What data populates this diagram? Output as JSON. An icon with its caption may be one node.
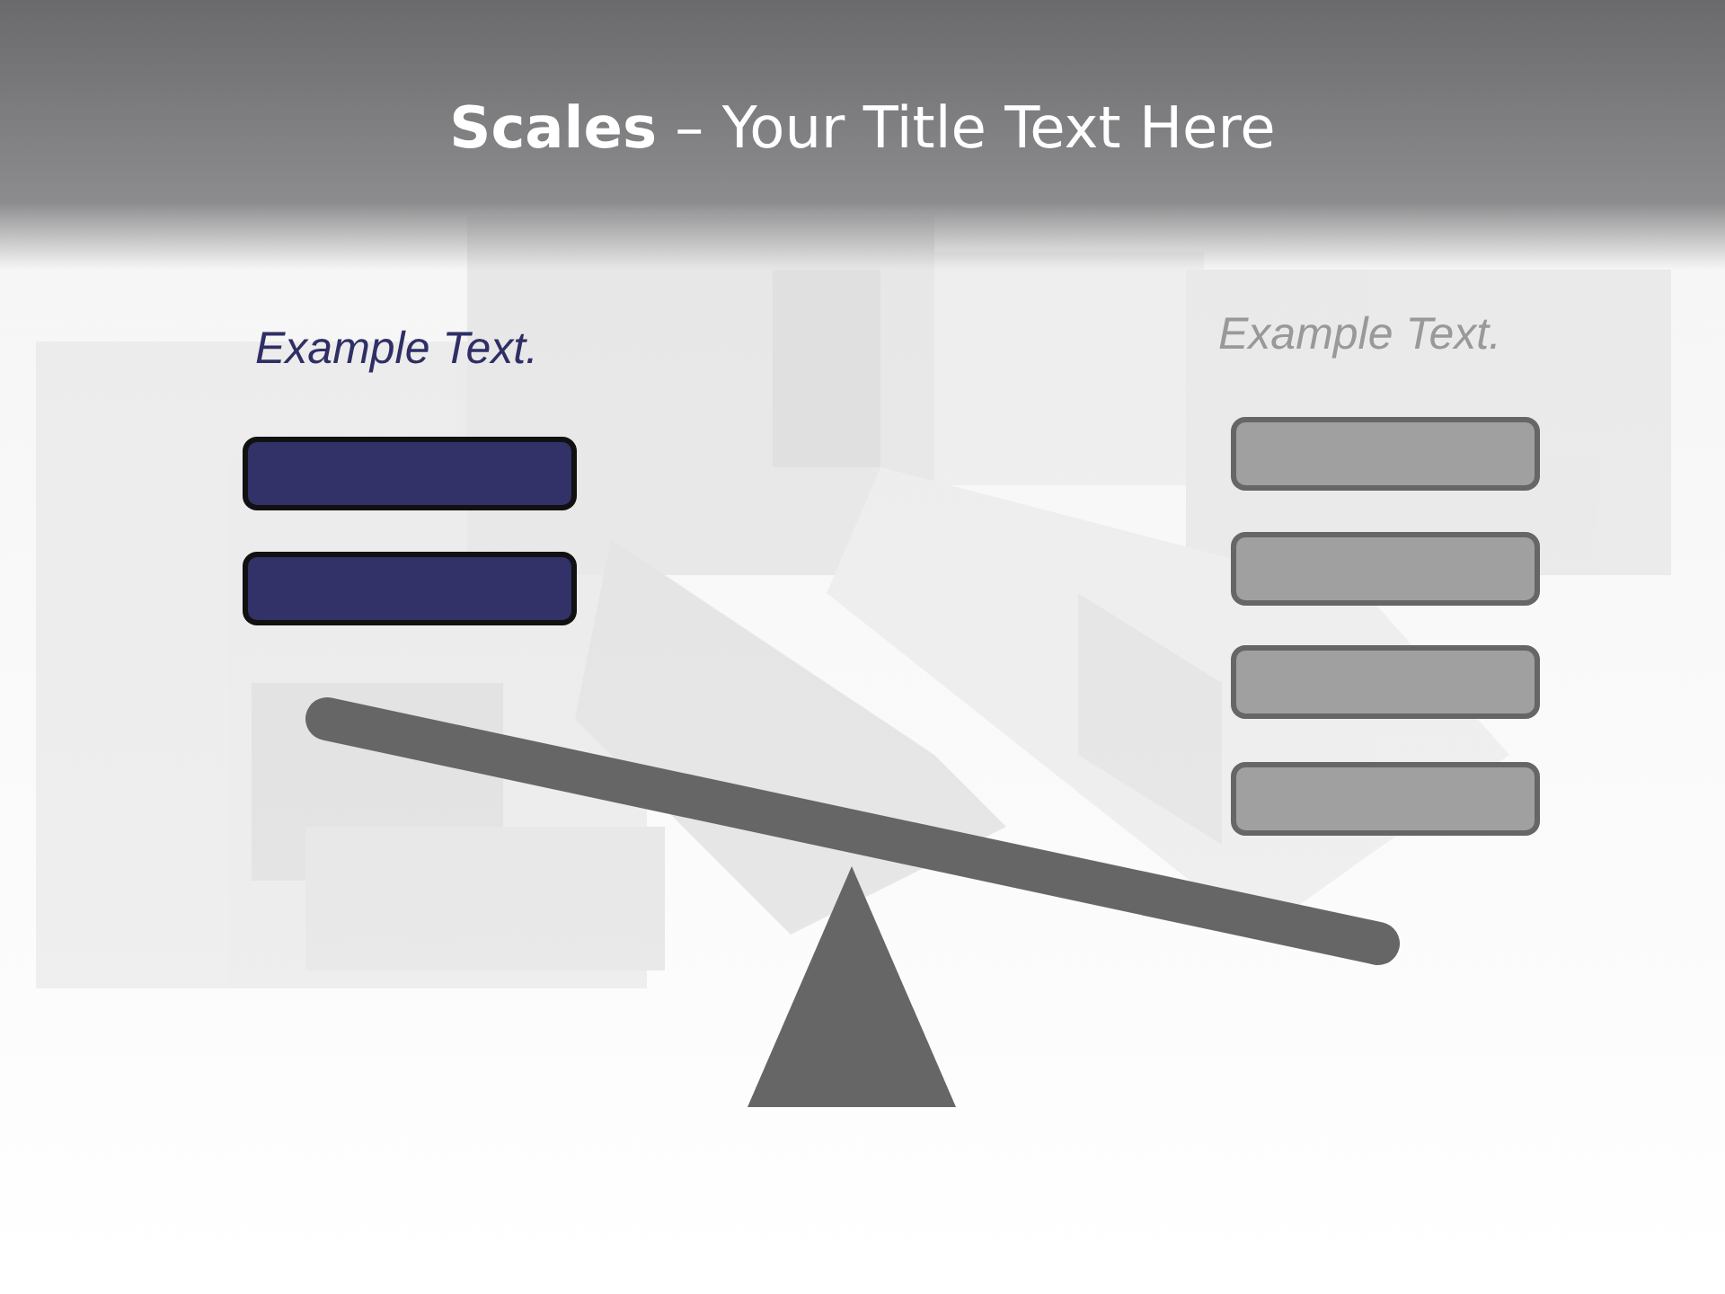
{
  "diagram": {
    "title": "**Scales** – Your Title Text Here",
    "nodes": [
      {
        "text": [],
        "shape": "box"
      },
      {
        "text": [],
        "shape": "box"
      },
      {
        "text": [],
        "shape": "box"
      },
      {
        "text": [],
        "shape": "box"
      },
      {
        "text": [],
        "shape": "box"
      },
      {
        "text": [],
        "shape": "box"
      }
    ],
    "labels": [
      "Example Text.",
      "Example Text."
    ]
  }
}
